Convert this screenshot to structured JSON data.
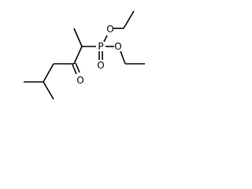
{
  "structure": {
    "atoms": {
      "phosphorus": "P",
      "phosphoryl_oxygen": "O",
      "ester_oxygen_upper": "O",
      "ester_oxygen_lower": "O",
      "carbonyl_oxygen": "O"
    }
  }
}
